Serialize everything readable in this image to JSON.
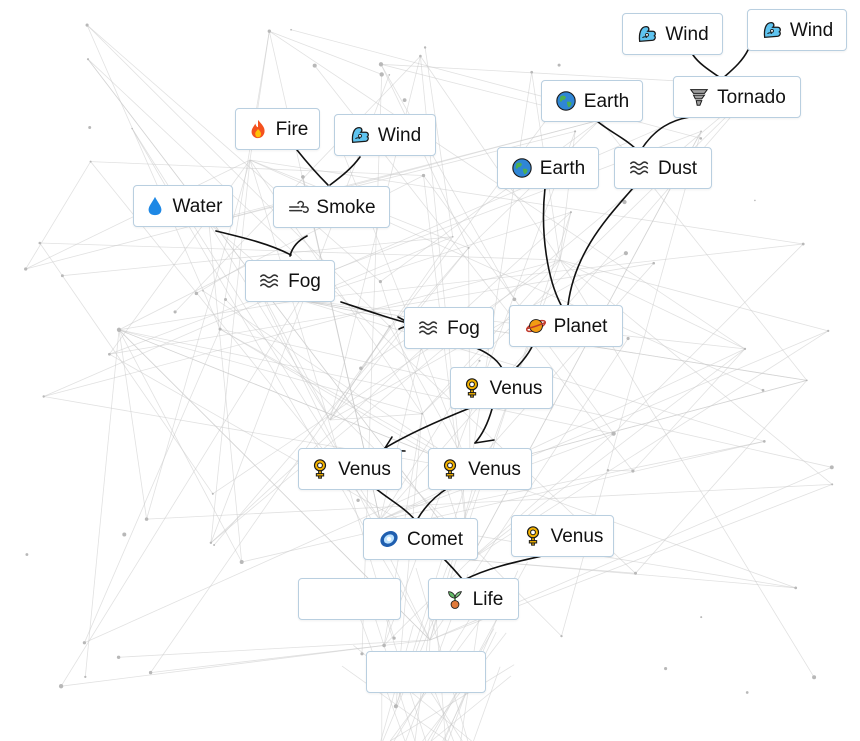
{
  "canvas": {
    "background": "#ffffff",
    "tile_border": "#b9cfe0",
    "link_color": "#111111"
  },
  "elements": [
    {
      "id": "wind-top-a",
      "label": "Wind",
      "icon": "wind-icon"
    },
    {
      "id": "wind-top-b",
      "label": "Wind",
      "icon": "wind-icon"
    },
    {
      "id": "earth-top",
      "label": "Earth",
      "icon": "earth-icon"
    },
    {
      "id": "tornado",
      "label": "Tornado",
      "icon": "tornado-icon"
    },
    {
      "id": "fire",
      "label": "Fire",
      "icon": "fire-icon"
    },
    {
      "id": "wind-mid",
      "label": "Wind",
      "icon": "wind-icon"
    },
    {
      "id": "earth-mid",
      "label": "Earth",
      "icon": "earth-icon"
    },
    {
      "id": "dust",
      "label": "Dust",
      "icon": "dust-icon"
    },
    {
      "id": "water",
      "label": "Water",
      "icon": "water-drop-icon"
    },
    {
      "id": "smoke",
      "label": "Smoke",
      "icon": "smoke-icon"
    },
    {
      "id": "fog-a",
      "label": "Fog",
      "icon": "fog-icon"
    },
    {
      "id": "fog-b",
      "label": "Fog",
      "icon": "fog-icon"
    },
    {
      "id": "planet",
      "label": "Planet",
      "icon": "planet-icon"
    },
    {
      "id": "venus-a",
      "label": "Venus",
      "icon": "venus-icon"
    },
    {
      "id": "venus-b",
      "label": "Venus",
      "icon": "venus-icon"
    },
    {
      "id": "venus-c",
      "label": "Venus",
      "icon": "venus-icon"
    },
    {
      "id": "comet",
      "label": "Comet",
      "icon": "comet-icon"
    },
    {
      "id": "venus-d",
      "label": "Venus",
      "icon": "venus-icon"
    },
    {
      "id": "empty-a",
      "label": "",
      "icon": ""
    },
    {
      "id": "life",
      "label": "Life",
      "icon": "sprout-icon"
    },
    {
      "id": "empty-b",
      "label": "",
      "icon": ""
    }
  ]
}
